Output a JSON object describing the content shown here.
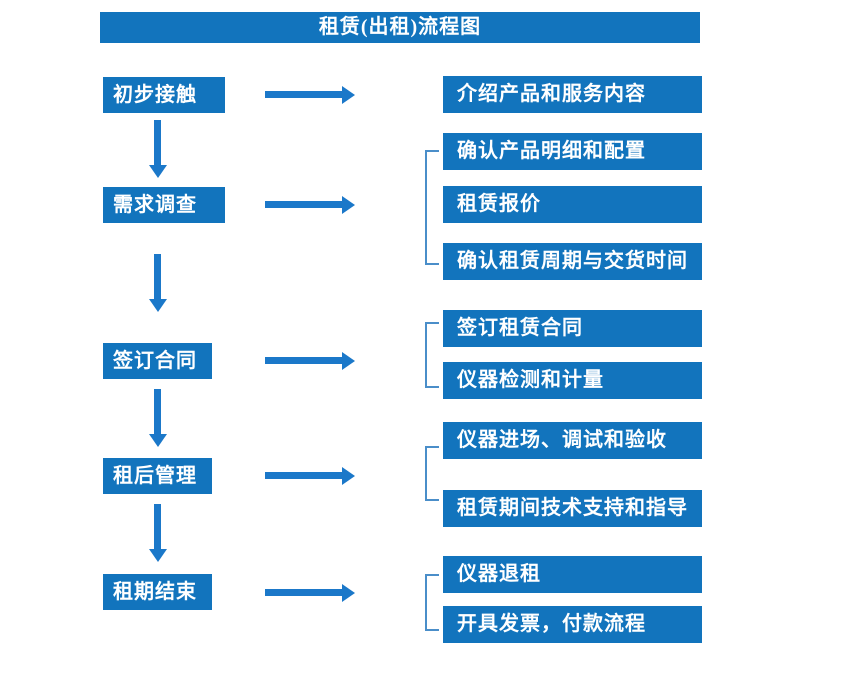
{
  "title": "租赁(出租)流程图",
  "colors": {
    "primary_blue": "#1274BD",
    "arrow_blue": "#1B78C9",
    "bracket_blue": "#4A8EC9",
    "text_white": "#FFFFFF"
  },
  "steps": [
    {
      "label": "初步接触",
      "outputs": [
        "介绍产品和服务内容"
      ]
    },
    {
      "label": "需求调查",
      "outputs": [
        "确认产品明细和配置",
        "租赁报价",
        "确认租赁周期与交货时间"
      ]
    },
    {
      "label": "签订合同",
      "outputs": [
        "签订租赁合同",
        "仪器检测和计量"
      ]
    },
    {
      "label": "租后管理",
      "outputs": [
        "仪器进场、调试和验收",
        "租赁期间技术支持和指导"
      ]
    },
    {
      "label": "租期结束",
      "outputs": [
        "仪器退租",
        "开具发票，付款流程"
      ]
    }
  ]
}
